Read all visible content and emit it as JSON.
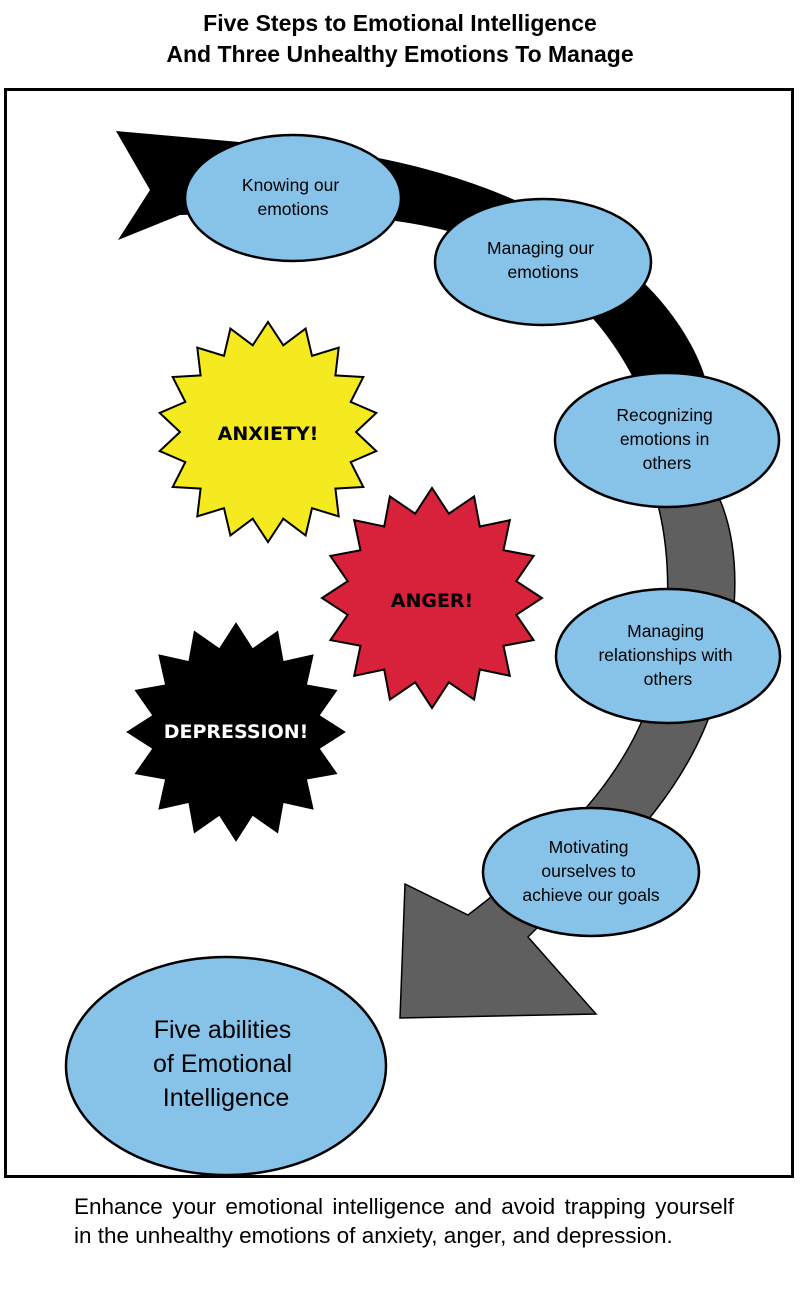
{
  "title": {
    "line1": "Five Steps to Emotional Intelligence",
    "line2": "And Three Unhealthy Emotions To Manage"
  },
  "steps": [
    {
      "lines": [
        "Knowing our",
        "emotions"
      ]
    },
    {
      "lines": [
        "Managing our",
        "emotions"
      ]
    },
    {
      "lines": [
        "Recognizing",
        "emotions in",
        "others"
      ]
    },
    {
      "lines": [
        "Managing",
        "relationships with",
        "others"
      ]
    },
    {
      "lines": [
        "Motivating",
        "ourselves to",
        "achieve our goals"
      ]
    }
  ],
  "summary": {
    "lines": [
      "Five abilities",
      "of Emotional",
      "Intelligence"
    ]
  },
  "emotions": [
    {
      "label": "ANXIETY!",
      "color": "#f5ea1f",
      "text_color": "#000000"
    },
    {
      "label": "ANGER!",
      "color": "#d8213a",
      "text_color": "#000000"
    },
    {
      "label": "DEPRESSION!",
      "color": "#000000",
      "text_color": "#ffffff"
    }
  ],
  "colors": {
    "ellipse_fill": "#87c3e8",
    "arrow_top": "#000000",
    "arrow_bottom": "#5f5f5f"
  },
  "caption": "Enhance your emotional intelligence and avoid trapping yourself in the unhealthy emotions of anxiety, anger, and depression."
}
